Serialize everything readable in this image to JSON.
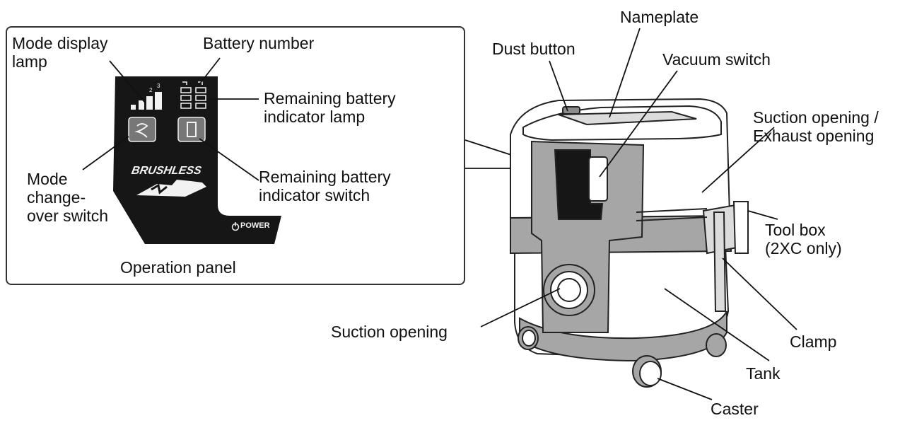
{
  "inset": {
    "caption": "Operation panel",
    "labels": {
      "mode_display_lamp": "Mode display\nlamp",
      "battery_number": "Battery number",
      "remaining_battery_lamp": "Remaining battery\nindicator lamp",
      "remaining_battery_switch": "Remaining battery\nindicator switch",
      "mode_changeover_switch": "Mode\nchange-\nover switch"
    },
    "panel_text": {
      "brand": "BRUSHLESS",
      "power": "POWER"
    }
  },
  "main": {
    "labels": {
      "nameplate": "Nameplate",
      "dust_button": "Dust button",
      "vacuum_switch": "Vacuum switch",
      "suction_exhaust": "Suction opening /\nExhaust opening",
      "tool_box": "Tool box\n(2XC only)",
      "clamp": "Clamp",
      "tank": "Tank",
      "caster": "Caster",
      "suction_opening": "Suction opening"
    }
  },
  "colors": {
    "ink": "#111111",
    "panel_black": "#161616",
    "body_gray": "#a6a6a6",
    "light_gray": "#dcdcdc"
  }
}
